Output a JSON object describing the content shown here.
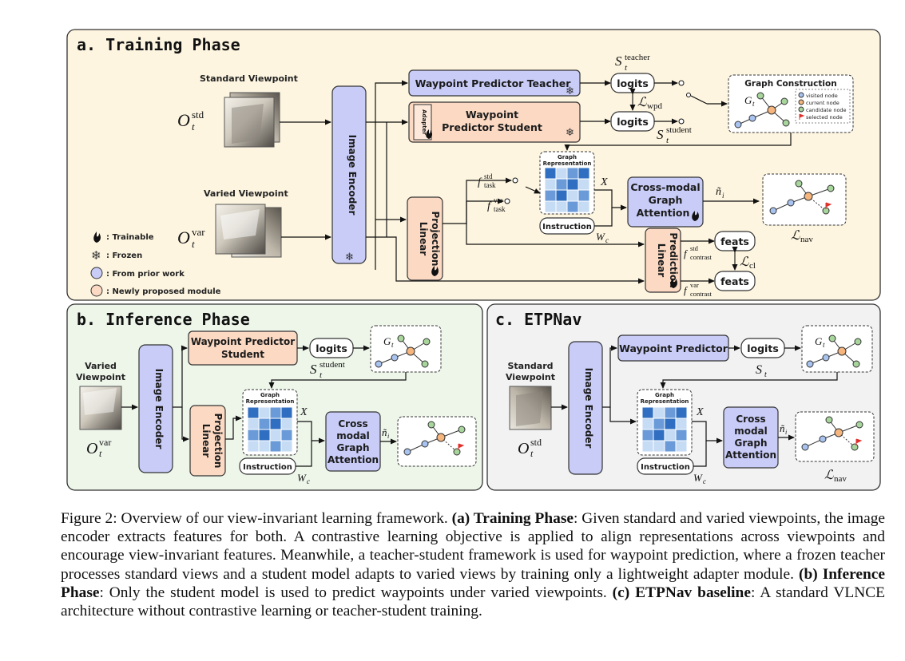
{
  "panels": {
    "a_title": "a. Training Phase",
    "b_title": "b. Inference Phase",
    "c_title": "c.  ETPNav"
  },
  "labels": {
    "standard_viewpoint": "Standard Viewpoint",
    "varied_viewpoint": "Varied Viewpoint",
    "varied": "Varied",
    "viewpoint": "Viewpoint",
    "standard": "Standard",
    "image_encoder": "Image Encoder",
    "waypoint_teacher": "Waypoint Predictor Teacher",
    "waypoint_student_l1": "Waypoint",
    "waypoint_student_l2": "Predictor Student",
    "waypoint_predictor_student_l1": "Waypoint Predictor",
    "waypoint_predictor_student_l2": "Student",
    "waypoint_predictor": "Waypoint Predictor",
    "adapter": "Adapter",
    "logits": "logits",
    "graph_construction": "Graph Construction",
    "graph_rep_l1": "Graph",
    "graph_rep_l2": "Representation",
    "linear_projection_l1": "Linear",
    "linear_projection_l2": "Projection",
    "linear_prediction_l1": "Linear",
    "linear_prediction_l2": "Prediction",
    "cross_modal_l1": "Cross-modal",
    "cross_modal_l2": "Graph",
    "cross_modal_l3": "Attention",
    "cross_l1": "Cross",
    "cross_l2": "modal",
    "cross_l3": "Graph",
    "cross_l4": "Attention",
    "instruction": "Instruction",
    "feats": "feats"
  },
  "legend": {
    "trainable": ": Trainable",
    "frozen": ": Frozen",
    "prior": ": From prior work",
    "new": ": Newly proposed module",
    "visited": "visited node",
    "current": "current node",
    "candidate": "candidate node",
    "selected": "selected node"
  },
  "math": {
    "O_std": "O",
    "O_std_sup": "std",
    "O_std_sub": "t",
    "O_var": "O",
    "O_var_sup": "var",
    "O_var_sub": "t",
    "S": "S",
    "S_teacher_sup": "teacher",
    "S_student_sup": "student",
    "S_sub": "t",
    "L": "ℒ",
    "L_wpd_sub": "wpd",
    "L_nav_sub": "nav",
    "L_cl_sub": "cl",
    "f": "f",
    "f_task_std_sup": "std",
    "f_task_var_sup": "var",
    "f_task_sub": "task",
    "f_contrast_std_sup": "std",
    "f_contrast_var_sup": "var",
    "f_contrast_sub": "contrast",
    "X": "X",
    "W": "W",
    "W_sub": "c",
    "n": "ñ",
    "n_sub": "i",
    "G": "G",
    "G_sub": "t"
  },
  "colors": {
    "panel_a_bg": "#fdf5e0",
    "panel_b_bg": "#eef6ea",
    "panel_c_bg": "#f2f2f2",
    "blue_module": "#c8ccf7",
    "orange_module": "#fbd9c3",
    "node_visited": "#a9c3f0",
    "node_current": "#f6b57d",
    "node_candidate": "#a7d59b",
    "flag": "#e0312b"
  },
  "caption": {
    "figure": "Figure 2: Overview of our view-invariant learning framework.",
    "a_head": "(a) Training Phase",
    "a_text": ": Given standard and varied viewpoints, the image encoder extracts features for both. A contrastive learning objective is applied to align representations across viewpoints and encourage view-invariant features. Meanwhile, a teacher-student framework is used for waypoint prediction, where a frozen teacher processes standard views and a student model adapts to varied views by training only a lightweight adapter module.",
    "b_head": "(b) Inference Phase",
    "b_text": ": Only the student model is used to predict waypoints under varied viewpoints.",
    "c_head": "(c) ETPNav baseline",
    "c_text": ": A standard VLNCE architecture without contrastive learning or teacher-student training."
  }
}
